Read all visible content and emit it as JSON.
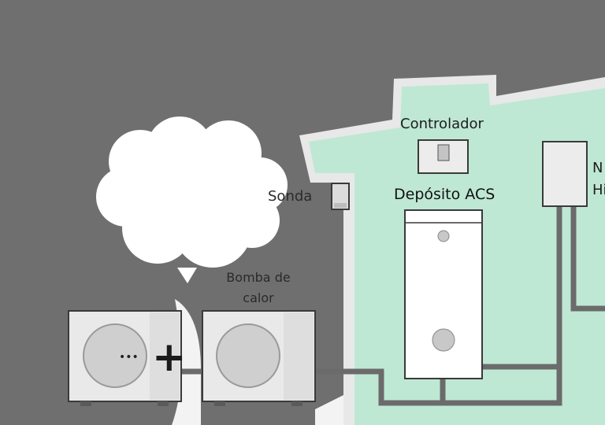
{
  "labels": {
    "sonda": "Sonda",
    "bomba_line1": "Bomba de",
    "bomba_line2": "calor",
    "controlador": "Controlador",
    "deposito": "Depósito ACS",
    "clipped_line1": "N",
    "clipped_line2": "Hi"
  },
  "symbols": {
    "ellipsis": "•••",
    "plus": "+"
  },
  "colors": {
    "background": "#6f6f6f",
    "house": "#bfe8d4",
    "house_outline": "#e6e6e6",
    "pipe": "#6b6b6b",
    "unit": "#e9e9e9",
    "cloud": "#ffffff"
  }
}
